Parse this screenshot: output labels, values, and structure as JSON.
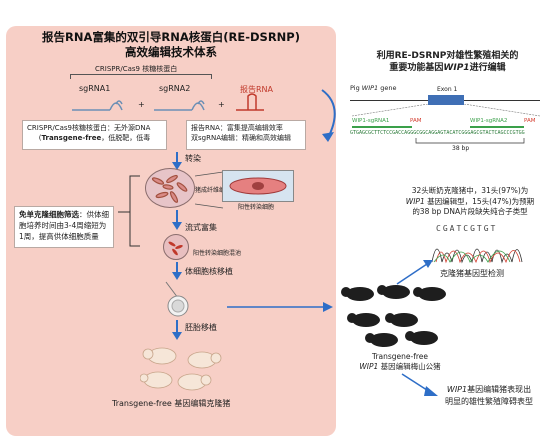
{
  "left_panel": {
    "title_line1": "报告RNA富集的双引导RNA核蛋白(RE-DSRNP)",
    "title_line2": "高效编辑技术体系",
    "cas9_label": "CRISPR/Cas9 核糖核蛋白",
    "sgrna1": "sgRNA1",
    "sgrna2": "sgRNA2",
    "reporter_rna": "报告RNA",
    "plus": "+",
    "box_left_line1": "CRISPR/Cas9核糖核蛋白：无外源DNA",
    "box_left_line2_bold": "Transgene-free",
    "box_left_line2_rest": "，低脱靶，低毒",
    "box_right_line1": "报告RNA：富集提高编辑效率",
    "box_right_line2": "双sgRNA编辑：精确和高效编辑",
    "step_transfect": "转染",
    "cell_label_cells": "猪成纤维细胞",
    "cell_label_positive": "阳性转染细胞",
    "box_clone_bold": "免单克隆细胞筛选",
    "box_clone_rest": "：供体细胞培养时间由3-4周缩短为1周，提高供体细胞质量",
    "step_flow": "流式富集",
    "positive_mix": "阳性转染细胞混池",
    "step_scnt": "体细胞核移植",
    "step_embryo": "胚胎移植",
    "result_left": "Transgene-free 基因编辑克隆猪"
  },
  "right_panel": {
    "title_line1": "利用RE-DSRNP对雄性繁殖相关的",
    "title_line2_pre": "重要功能基因",
    "title_line2_gene": "WIP1",
    "title_line2_post": "进行编辑",
    "gene_label_pre": "Pig ",
    "gene_label_gene": "WIP1",
    "gene_label_post": " gene",
    "exon_label": "Exon 1",
    "sg1_label": "WIP1-sgRNA1",
    "sg2_label": "WIP1-sgRNA2",
    "pam1": "PAM",
    "pam2": "PAM",
    "sequence": "GTGAGCGCTTCTCCGACCAGGGCGGCAGGAGTACATCGGGAGCGTACTCAGCCCGTGG",
    "bp_label": "38 bp",
    "result_box_line1": "32头断奶克隆猪中，31头(97%)为",
    "result_box_line2_gene": "WIP1",
    "result_box_line2_rest": " 基因编辑型，15头(47%)为预期",
    "result_box_line3": "的38 bp DNA片段缺失纯合子类型",
    "chromatogram_bases": "CGATCGTGT",
    "genotype_label": "克隆猪基因型检测",
    "boar_line1": "Transgene-free",
    "boar_line2_gene": "WIP1",
    "boar_line2_rest": " 基因编辑梅山公猪",
    "phenotype_line1_gene": "WIP1",
    "phenotype_line1_rest": "基因编辑猪表现出",
    "phenotype_line2": "明显的雄性繁殖障碍表型"
  },
  "colors": {
    "panel": "#f7cfc6",
    "arrow": "#2e6ec7",
    "exon": "#3f6fb5",
    "sgrna": "#3aa04a",
    "pam": "#d33a2c"
  }
}
